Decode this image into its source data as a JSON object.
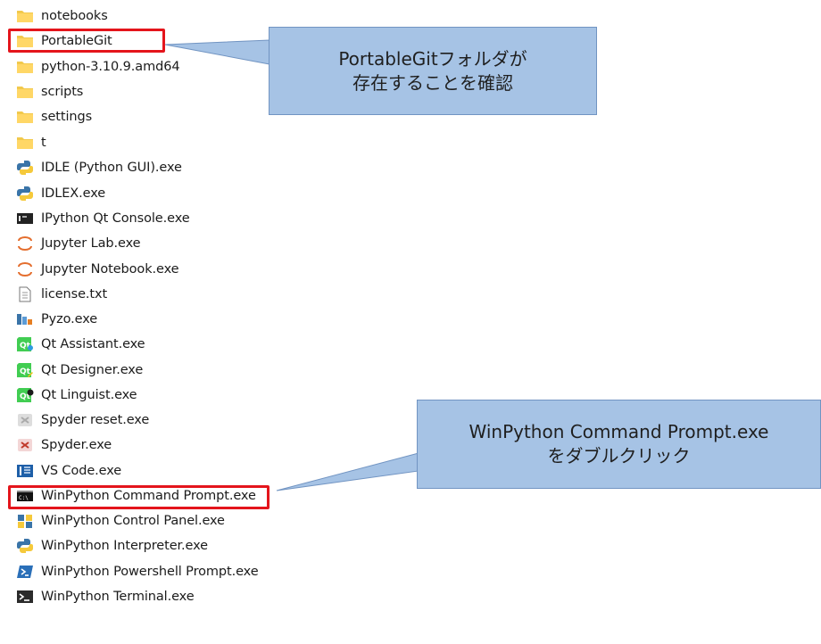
{
  "files": [
    {
      "name": "notebooks",
      "icon": "folder-icon"
    },
    {
      "name": "PortableGit",
      "icon": "folder-icon"
    },
    {
      "name": "python-3.10.9.amd64",
      "icon": "folder-icon"
    },
    {
      "name": "scripts",
      "icon": "folder-icon"
    },
    {
      "name": "settings",
      "icon": "folder-icon"
    },
    {
      "name": "t",
      "icon": "folder-icon"
    },
    {
      "name": "IDLE (Python GUI).exe",
      "icon": "python-icon"
    },
    {
      "name": "IDLEX.exe",
      "icon": "python-icon"
    },
    {
      "name": "IPython Qt Console.exe",
      "icon": "ipython-console-icon"
    },
    {
      "name": "Jupyter Lab.exe",
      "icon": "jupyter-icon"
    },
    {
      "name": "Jupyter Notebook.exe",
      "icon": "jupyter-icon"
    },
    {
      "name": "license.txt",
      "icon": "text-file-icon"
    },
    {
      "name": "Pyzo.exe",
      "icon": "pyzo-icon"
    },
    {
      "name": "Qt Assistant.exe",
      "icon": "qt-assistant-icon"
    },
    {
      "name": "Qt Designer.exe",
      "icon": "qt-designer-icon"
    },
    {
      "name": "Qt Linguist.exe",
      "icon": "qt-linguist-icon"
    },
    {
      "name": "Spyder reset.exe",
      "icon": "spyder-reset-icon"
    },
    {
      "name": "Spyder.exe",
      "icon": "spyder-icon"
    },
    {
      "name": "VS Code.exe",
      "icon": "vscode-icon"
    },
    {
      "name": "WinPython Command Prompt.exe",
      "icon": "command-prompt-icon"
    },
    {
      "name": "WinPython Control Panel.exe",
      "icon": "control-panel-icon"
    },
    {
      "name": "WinPython Interpreter.exe",
      "icon": "python-icon"
    },
    {
      "name": "WinPython Powershell Prompt.exe",
      "icon": "powershell-icon"
    },
    {
      "name": "WinPython Terminal.exe",
      "icon": "terminal-icon"
    }
  ],
  "callouts": {
    "portablegit": {
      "line1": "PortableGitフォルダが",
      "line2": "存在することを確認"
    },
    "command_prompt": {
      "line1": "WinPython Command Prompt.exe",
      "line2": "をダブルクリック"
    }
  },
  "colors": {
    "highlight": "#e4151c",
    "callout_fill": "#a6c3e5",
    "callout_border": "#7194c2",
    "folder": "#f2c94c"
  }
}
